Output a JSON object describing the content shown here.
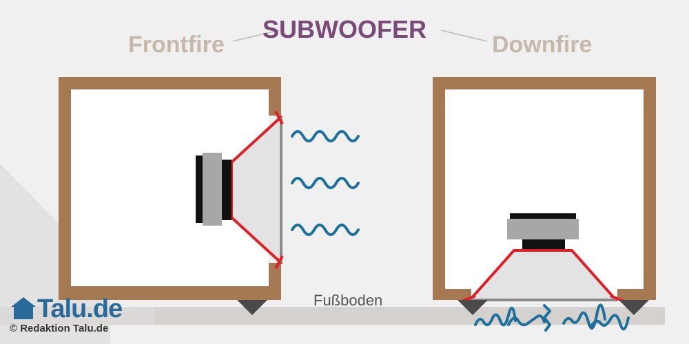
{
  "title": "SUBWOOFER",
  "left_label": "Frontfire",
  "right_label": "Downfire",
  "floor_label": "Fußboden",
  "brand": {
    "name": "Talu.de",
    "icon": "house-icon"
  },
  "credit": "© Redaktion Talu.de",
  "colors": {
    "background": "#f0f0f0",
    "title": "#7a4b78",
    "side_labels": "#c7b9aa",
    "cabinet": "#a57a52",
    "cone_outline": "#e11f26",
    "cone_fill": "#e3e3e3",
    "sound_waves": "#1d6f9c",
    "magnet": "#a7a7a7",
    "floor": "#d5d1ce",
    "feet": "#4a4a4a",
    "brand": "#2a6a9a"
  }
}
